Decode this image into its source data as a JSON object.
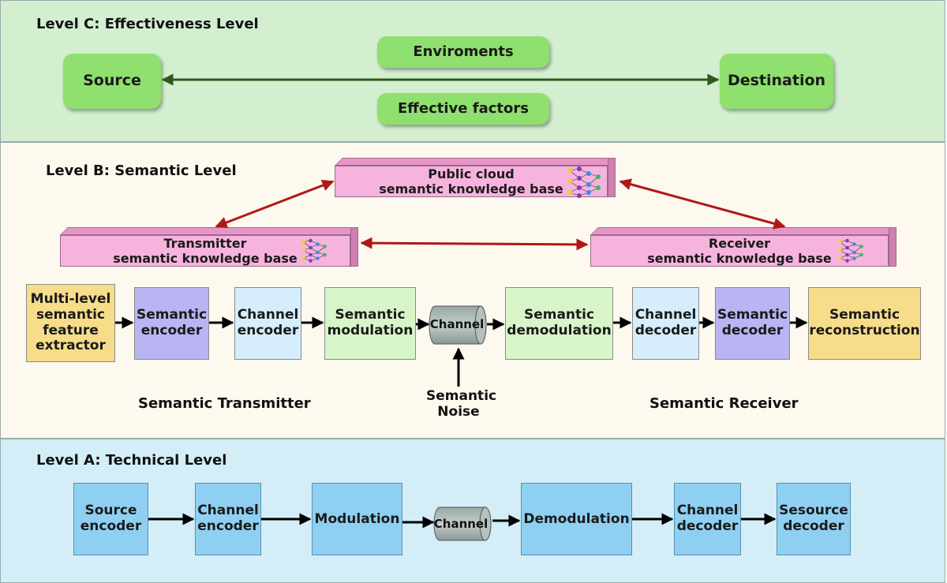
{
  "level_c": {
    "title": "Level C: Effectiveness Level",
    "source": "Source",
    "destination": "Destination",
    "environments": "Enviroments",
    "effective_factors": "Effective factors"
  },
  "level_b": {
    "title": "Level B: Semantic Level",
    "public_kb": {
      "line1": "Public cloud",
      "line2": "semantic knowledge base"
    },
    "transmitter_kb": {
      "line1": "Transmitter",
      "line2": "semantic knowledge base"
    },
    "receiver_kb": {
      "line1": "Receiver",
      "line2": "semantic knowledge base"
    },
    "blocks": {
      "extractor": "Multi-level semantic feature extractor",
      "sem_encoder": "Semantic encoder",
      "chan_encoder": "Channel encoder",
      "sem_modulation": "Semantic modulation",
      "channel": "Channel",
      "sem_demodulation": "Semantic demodulation",
      "chan_decoder": "Channel decoder",
      "sem_decoder": "Semantic decoder",
      "sem_reconstruction": "Semantic reconstruction"
    },
    "noise": "Semantic Noise",
    "transmitter_caption": "Semantic Transmitter",
    "receiver_caption": "Semantic Receiver"
  },
  "level_a": {
    "title": "Level A: Technical Level",
    "blocks": {
      "source_encoder": "Source encoder",
      "channel_encoder": "Channel encoder",
      "modulation": "Modulation",
      "channel": "Channel",
      "demodulation": "Demodulation",
      "channel_decoder": "Channel decoder",
      "source_decoder": "Sesource decoder"
    }
  },
  "colors": {
    "level_c_bg": "#d3efd0",
    "level_b_bg": "#fdf9ef",
    "level_a_bg": "#d4eef8",
    "green_box": "#8fe06e",
    "kb_pink": "#f6b3dd",
    "kb_arrow": "#b01818",
    "source_dest_arrow": "#2d5a1a"
  },
  "icons": [
    "neural-network-icon"
  ]
}
